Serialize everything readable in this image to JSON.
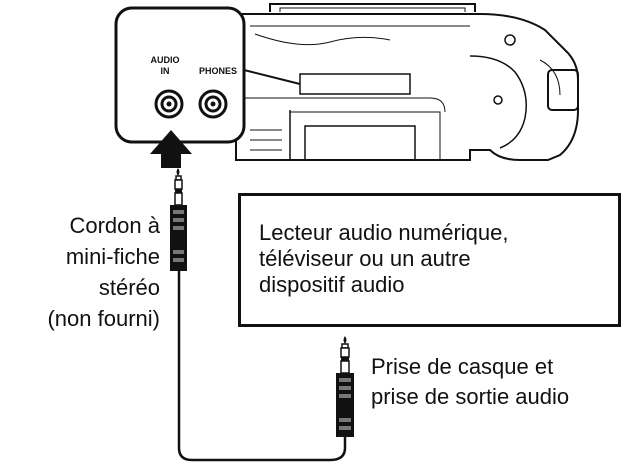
{
  "device_panel": {
    "audio_in_label": "AUDIO\nIN",
    "phones_label": "PHONES"
  },
  "cord_label": "Cordon à\nmini-fiche\nstéréo\n(non fourni)",
  "source_box_text": "Lecteur audio numérique,\ntéléviseur ou un autre\ndispositif audio",
  "jack_label": "Prise de casque et\nprise de sortie audio"
}
